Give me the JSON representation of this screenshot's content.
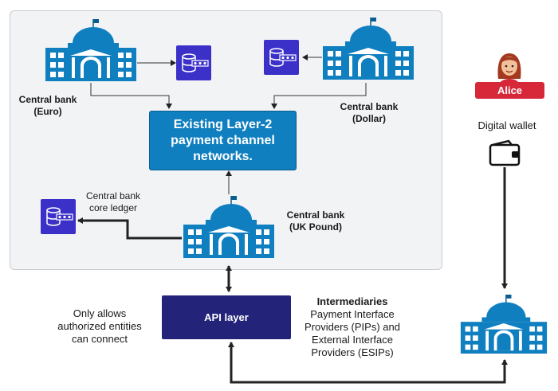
{
  "central_bank_euro": {
    "line1": "Central bank",
    "line2": "(Euro)"
  },
  "central_bank_dollar": {
    "line1": "Central bank",
    "line2": "(Dollar)"
  },
  "central_bank_uk": {
    "line1": "Central bank",
    "line2": "(UK Pound)"
  },
  "core_ledger": {
    "line1": "Central bank",
    "line2": "core ledger"
  },
  "layer2": {
    "line1": "Existing Layer-2",
    "line2": "payment channel",
    "line3": "networks."
  },
  "api": {
    "label": "API layer"
  },
  "only_allows": {
    "line1": "Only allows",
    "line2": "authorized entities",
    "line3": "can connect"
  },
  "intermediaries": {
    "title": "Intermediaries",
    "line1": "Payment Interface",
    "line2": "Providers (PIPs) and",
    "line3": "External Interface",
    "line4": "Providers (ESIPs)"
  },
  "alice": {
    "name": "Alice"
  },
  "wallet": {
    "label": "Digital wallet"
  },
  "colors": {
    "bank_blue": "#0f7fc0",
    "api_navy": "#23237a",
    "ledger_indigo": "#3b31c9",
    "alice_red": "#d62839"
  }
}
